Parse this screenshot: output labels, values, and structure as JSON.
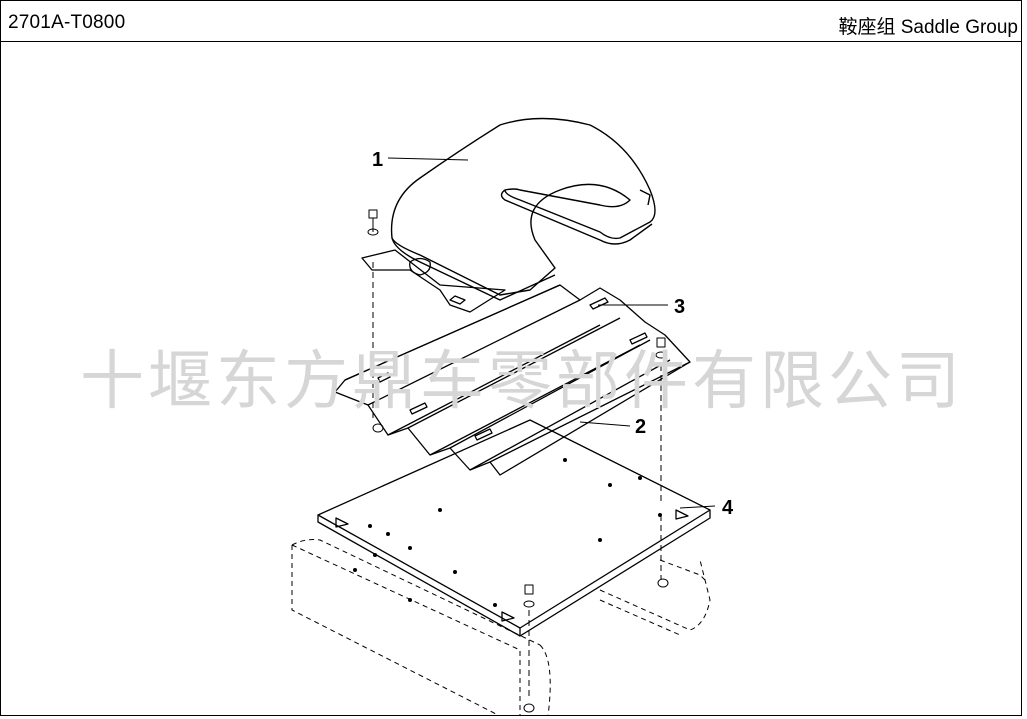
{
  "header": {
    "part_code": "2701A-T0800",
    "group_title": "鞍座组 Saddle Group"
  },
  "watermark": "十堰东方鼎车零部件有限公司",
  "callouts": [
    {
      "label": "1"
    },
    {
      "label": "2"
    },
    {
      "label": "3"
    },
    {
      "label": "4"
    }
  ],
  "icons": [
    "bolt-icon",
    "nut-icon"
  ]
}
